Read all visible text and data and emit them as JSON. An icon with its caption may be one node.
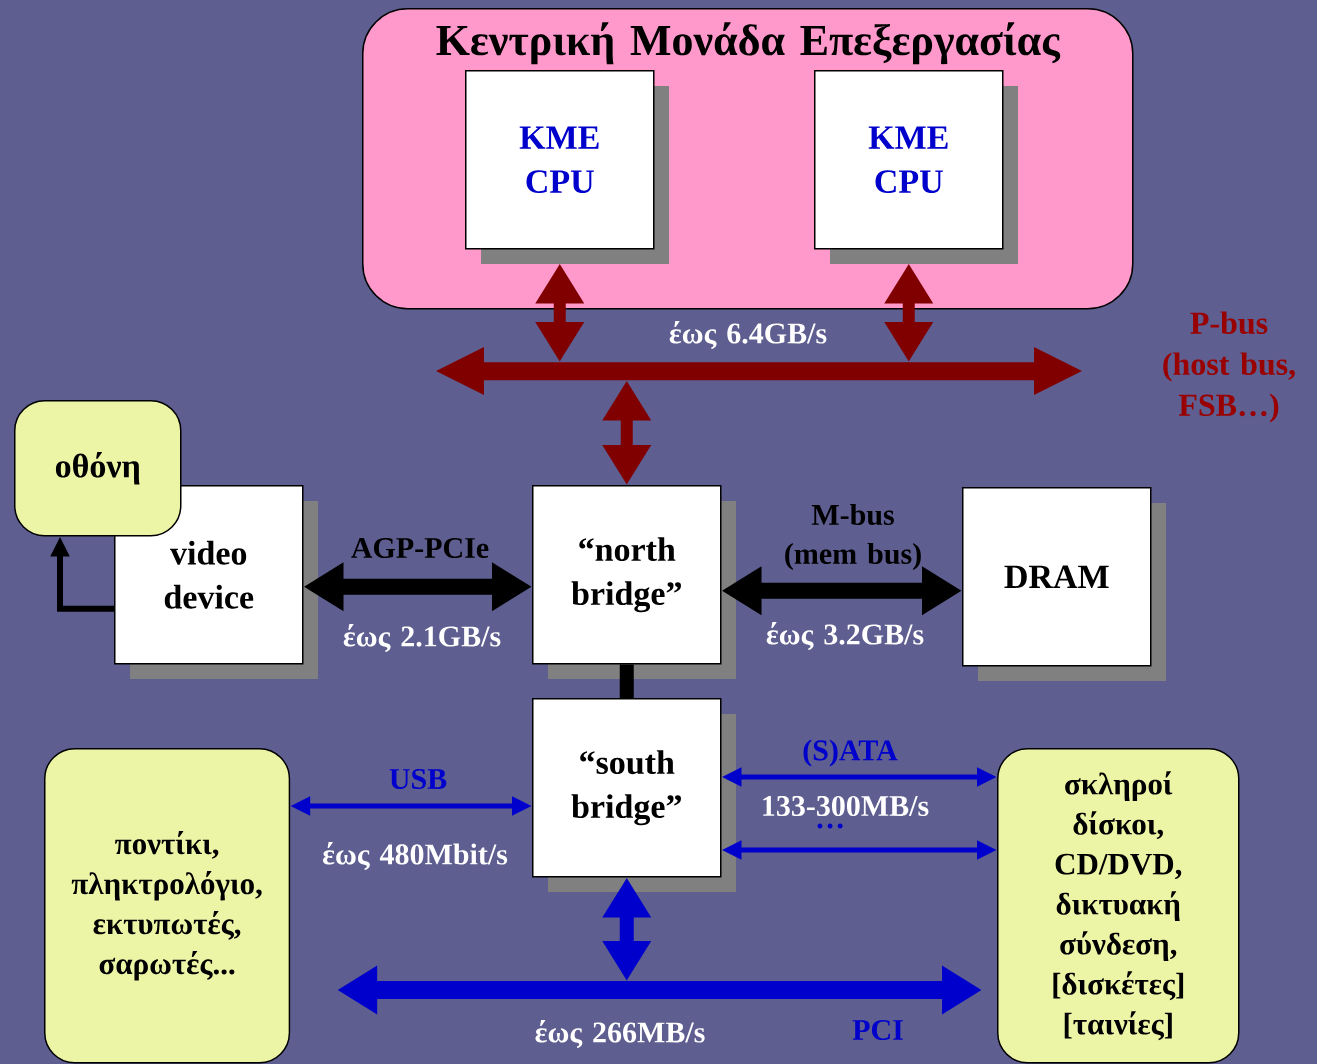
{
  "diagram": {
    "nodes": [
      {
        "text": [
          "Κεντρική Μονάδα Επεξεργασίας"
        ]
      },
      {
        "text": [
          "KME CPU"
        ],
        "in": 0
      },
      {
        "text": [
          "KME CPU"
        ],
        "in": 0
      },
      {
        "text": [],
        "shape": "bar"
      },
      {
        "text": [
          "οθόνη"
        ]
      },
      {
        "text": [
          "video device"
        ]
      },
      {
        "text": [
          "“north bridge”"
        ]
      },
      {
        "text": [
          "DRAM"
        ]
      },
      {
        "text": [
          "“south bridge”"
        ]
      },
      {
        "text": [
          "ποντίκι, πληκτρολόγιο, εκτυπωτές, σαρωτές..."
        ]
      },
      {
        "text": [
          "σκληροί δίσκοι, CD/DVD, δικτυακή σύνδεση, [δισκέτες] [ταινίες]"
        ]
      }
    ],
    "edges": [
      {
        "from": 1,
        "to": 3,
        "arrow": "both",
        "color": "#800000"
      },
      {
        "from": 2,
        "to": 3,
        "arrow": "both",
        "color": "#800000"
      },
      {
        "from": 3,
        "to": 6,
        "arrow": "both",
        "color": "#800000"
      },
      {
        "from": 5,
        "to": 4,
        "arrow": "to",
        "color": "#000000"
      },
      {
        "from": 5,
        "to": 6,
        "arrow": "both",
        "color": "#000000",
        "label": "AGP-PCIe"
      },
      {
        "from": 6,
        "to": 7,
        "arrow": "both",
        "color": "#000000",
        "label": "M-bus (mem bus)"
      },
      {
        "from": 6,
        "to": 8,
        "arrow": "none",
        "color": "#000000"
      },
      {
        "from": 8,
        "to": 9,
        "arrow": "both",
        "color": "#0000cc",
        "label": "USB"
      },
      {
        "from": 8,
        "to": 10,
        "arrow": "both",
        "color": "#0000cc",
        "label": "(S)ATA"
      },
      {
        "from": 8,
        "to": 10,
        "arrow": "both",
        "color": "#0000cc",
        "label": "…"
      },
      {
        "from": 8,
        "to": null,
        "arrow": "both",
        "color": "#0000cc"
      },
      {
        "from": 9,
        "to": 10,
        "arrow": "both",
        "color": "#0000cc",
        "label": "PCI"
      }
    ],
    "labels": [
      "έως 6.4GB/s",
      "P-bus (host bus, FSB…)",
      "έως 2.1GB/s",
      "έως 3.2GB/s",
      "133-300MB/s",
      "έως 480Mbit/s",
      "έως 266MB/s"
    ]
  }
}
